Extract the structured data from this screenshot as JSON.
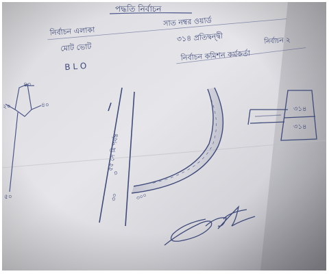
{
  "photo": {
    "subject": "handwritten-note-on-paper",
    "colors": {
      "paper_light": "#e9e9eb",
      "paper_mid": "#c9c9cf",
      "paper_dark": "#8f8f98",
      "ink": "#4a5488",
      "frame": "#ffffff"
    }
  },
  "note": {
    "header": "পদ্ধতি নির্বাচন",
    "line1_left": "নির্বাচন এলাকা",
    "line1_right": "সাত নম্বর ওয়ার্ড",
    "line2_left": "মোট ভোট",
    "line2_right": "৩১৪ প্রতিদ্বন্দ্বী",
    "line2_far": "নির্বাচন ২",
    "line3_left": "B L O",
    "line3_right": "নির্বাচন কমিশন কর্মকর্তা",
    "left_sketch_top": "৪০",
    "left_sketch_mid_a": "২০",
    "left_sketch_mid_b": "৪০",
    "left_sketch_bottom": "৫০",
    "vertical_label": "৫৫ সে মি পর্যন্ত",
    "vertical_number": "৩",
    "bottom_label": "৩০",
    "curve_label": "৩০০",
    "box_top": "৩১৪",
    "box_bottom": "৩১৪"
  }
}
